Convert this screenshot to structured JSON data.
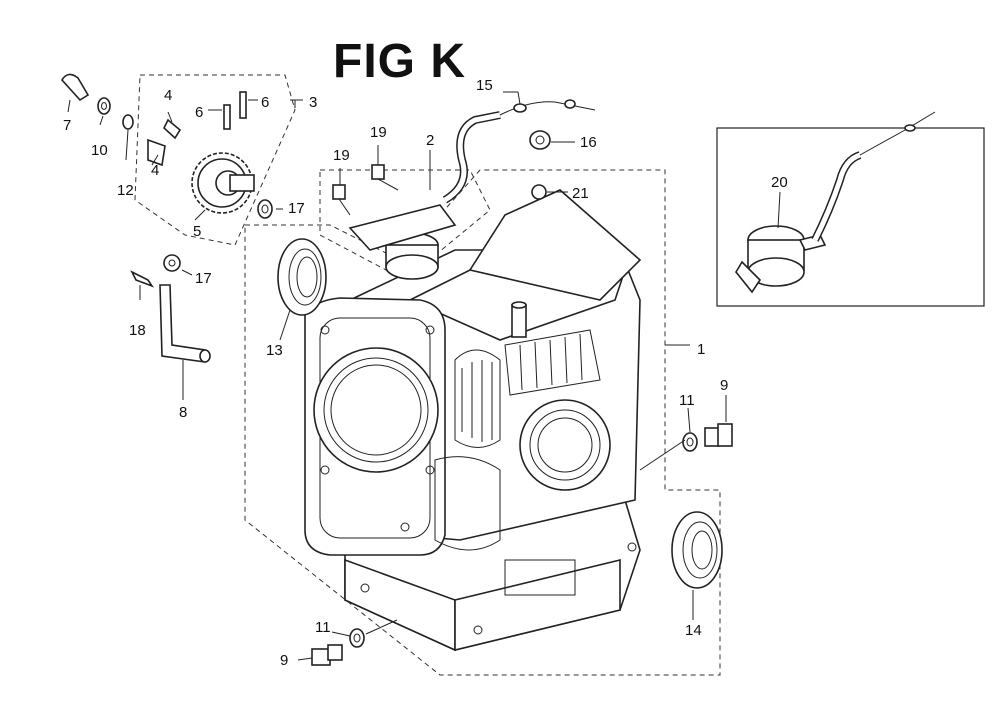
{
  "title": "FIG K",
  "callouts": {
    "c1": "1",
    "c2": "2",
    "c3": "3",
    "c4a": "4",
    "c4b": "4",
    "c5": "5",
    "c6a": "6",
    "c6b": "6",
    "c7": "7",
    "c8": "8",
    "c9a": "9",
    "c9b": "9",
    "c10": "10",
    "c11a": "11",
    "c11b": "11",
    "c12": "12",
    "c13": "13",
    "c14": "14",
    "c15": "15",
    "c16": "16",
    "c17a": "17",
    "c17b": "17",
    "c18": "18",
    "c19a": "19",
    "c19b": "19",
    "c20": "20",
    "c21": "21"
  }
}
